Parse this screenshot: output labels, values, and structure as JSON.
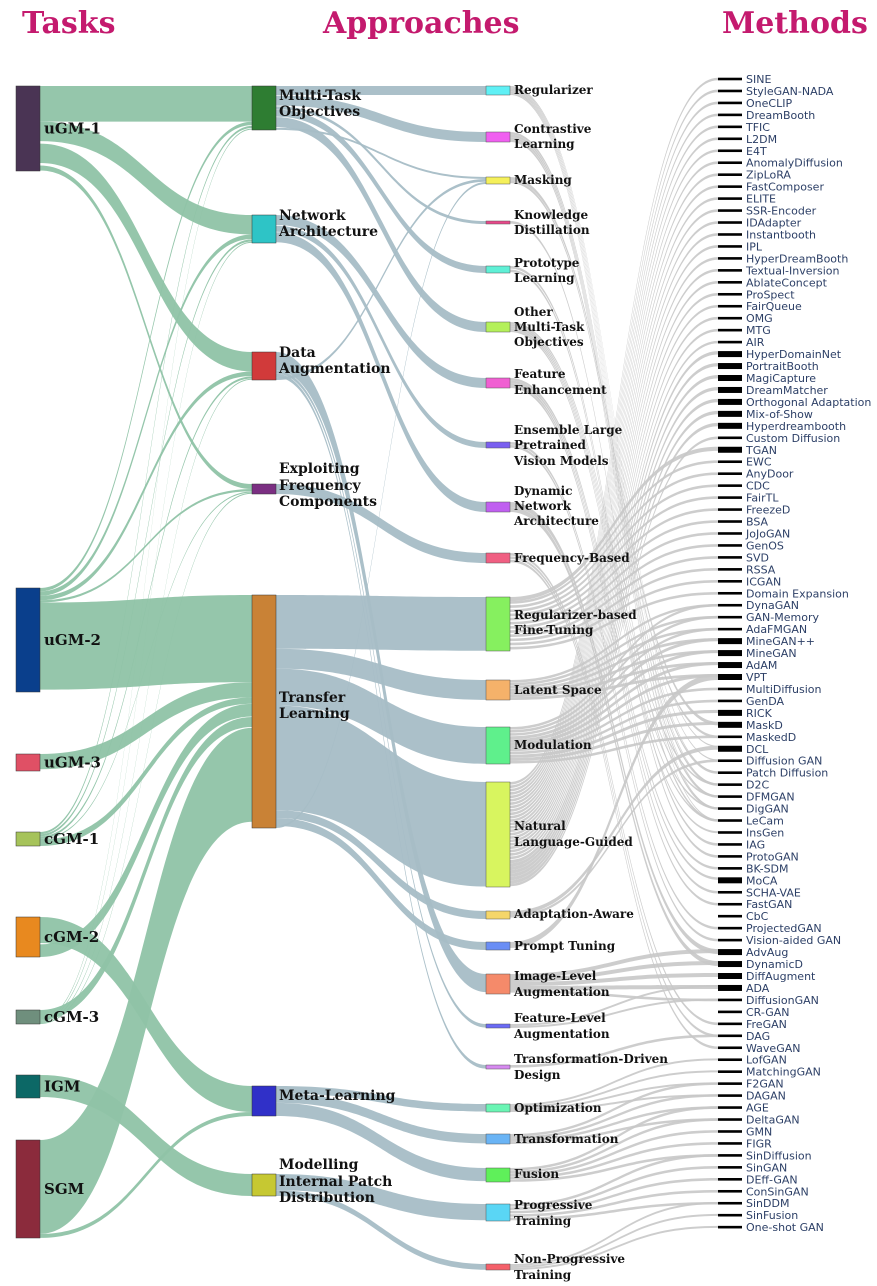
{
  "headers": {
    "tasks": "Tasks",
    "approaches": "Approaches",
    "methods": "Methods"
  },
  "colors": {
    "header": "#c41a6e",
    "link_task": "#8fc3a6",
    "link_approach": "#a7bdc6",
    "link_method": "#c8c8c8",
    "method_bar": "#000000"
  },
  "tasks": [
    {
      "id": "ugm1",
      "label": "uGM-1",
      "color": "#4a3454"
    },
    {
      "id": "ugm2",
      "label": "uGM-2",
      "color": "#0a3f8c"
    },
    {
      "id": "ugm3",
      "label": "uGM-3",
      "color": "#e05065"
    },
    {
      "id": "cgm1",
      "label": "cGM-1",
      "color": "#a6c35a"
    },
    {
      "id": "cgm2",
      "label": "cGM-2",
      "color": "#e8891f"
    },
    {
      "id": "cgm3",
      "label": "cGM-3",
      "color": "#6f8f7d"
    },
    {
      "id": "igm",
      "label": "IGM",
      "color": "#0c6866"
    },
    {
      "id": "sgm",
      "label": "SGM",
      "color": "#8b2b3c"
    }
  ],
  "categories": [
    {
      "id": "mto",
      "label": "Multi-Task Objectives",
      "color": "#2e7d32"
    },
    {
      "id": "na",
      "label": "Network Architecture",
      "color": "#2ec4c6"
    },
    {
      "id": "da",
      "label": "Data Augmentation",
      "color": "#d13a3a"
    },
    {
      "id": "efc",
      "label": "Exploiting Frequency Components",
      "color": "#7b2f82"
    },
    {
      "id": "tl",
      "label": "Transfer Learning",
      "color": "#c98236"
    },
    {
      "id": "ml",
      "label": "Meta-Learning",
      "color": "#3030c8"
    },
    {
      "id": "mipd",
      "label": "Modelling Internal Patch Distribution",
      "color": "#c6c832"
    }
  ],
  "approaches": [
    {
      "id": "reg",
      "label": "Regularizer",
      "color": "#5ff0f5"
    },
    {
      "id": "cl",
      "label": "Contrastive Learning",
      "color": "#f05ff0"
    },
    {
      "id": "mask",
      "label": "Masking",
      "color": "#f5f05a"
    },
    {
      "id": "kd",
      "label": "Knowledge Distillation",
      "color": "#e8488a"
    },
    {
      "id": "pl",
      "label": "Prototype Learning",
      "color": "#5ff0d6"
    },
    {
      "id": "omto",
      "label": "Other Multi-Task Objectives",
      "color": "#b4f05a"
    },
    {
      "id": "fe",
      "label": "Feature Enhancement",
      "color": "#f05fd2"
    },
    {
      "id": "elpvm",
      "label": "Ensemble Large Pretrained Vision Models",
      "color": "#7a5ff0"
    },
    {
      "id": "dna",
      "label": "Dynamic Network Architecture",
      "color": "#c05ff0"
    },
    {
      "id": "fb",
      "label": "Frequency-Based",
      "color": "#f05f82"
    },
    {
      "id": "rbft",
      "label": "Regularizer-based Fine-Tuning",
      "color": "#86f05f"
    },
    {
      "id": "ls",
      "label": "Latent Space",
      "color": "#f5b26a"
    },
    {
      "id": "mod",
      "label": "Modulation",
      "color": "#5ff08c"
    },
    {
      "id": "nlg",
      "label": "Natural Language-Guided",
      "color": "#d8f55f"
    },
    {
      "id": "aa",
      "label": "Adaptation-Aware",
      "color": "#f5d66a"
    },
    {
      "id": "pt",
      "label": "Prompt Tuning",
      "color": "#6a8ef5"
    },
    {
      "id": "ila",
      "label": "Image-Level Augmentation",
      "color": "#f58a6a"
    },
    {
      "id": "fla",
      "label": "Feature-Level Augmentation",
      "color": "#6a6af5"
    },
    {
      "id": "tdd",
      "label": "Transformation-Driven Design",
      "color": "#d68af0"
    },
    {
      "id": "opt",
      "label": "Optimization",
      "color": "#6af5b4"
    },
    {
      "id": "tr",
      "label": "Transformation",
      "color": "#6ab4f5"
    },
    {
      "id": "fus",
      "label": "Fusion",
      "color": "#5ff05a"
    },
    {
      "id": "prog",
      "label": "Progressive Training",
      "color": "#5ad6f5"
    },
    {
      "id": "nprog",
      "label": "Non-Progressive Training",
      "color": "#f5606a"
    }
  ],
  "methods": [
    "SINE",
    "StyleGAN-NADA",
    "OneCLIP",
    "DreamBooth",
    "TFIC",
    "L2DM",
    "E4T",
    "AnomalyDiffusion",
    "ZipLoRA",
    "FastComposer",
    "ELITE",
    "SSR-Encoder",
    "IDAdapter",
    "Instantbooth",
    "IPL",
    "HyperDreamBooth",
    "Textual-Inversion",
    "AblateConcept",
    "ProSpect",
    "FairQueue",
    "OMG",
    "MTG",
    "AIR",
    "HyperDomainNet",
    "PortraitBooth",
    "MagiCapture",
    "DreamMatcher",
    "Orthogonal Adaptation",
    "Mix-of-Show",
    "Hyperdreambooth",
    "Custom Diffusion",
    "TGAN",
    "EWC",
    "AnyDoor",
    "CDC",
    "FairTL",
    "FreezeD",
    "BSA",
    "JoJoGAN",
    "GenOS",
    "SVD",
    "RSSA",
    "ICGAN",
    "Domain Expansion",
    "DynaGAN",
    "GAN-Memory",
    "AdaFMGAN",
    "MineGAN++",
    "MineGAN",
    "AdAM",
    "VPT",
    "MultiDiffusion",
    "GenDA",
    "RICK",
    "MaskD",
    "MaskedD",
    "DCL",
    "Diffusion GAN",
    "Patch Diffusion",
    "D2C",
    "DFMGAN",
    "DigGAN",
    "LeCam",
    "InsGen",
    "IAG",
    "ProtoGAN",
    "BK-SDM",
    "MoCA",
    "SCHA-VAE",
    "FastGAN",
    "CbC",
    "ProjectedGAN",
    "Vision-aided GAN",
    "AdvAug",
    "DynamicD",
    "DiffAugment",
    "ADA",
    "DiffusionGAN",
    "CR-GAN",
    "FreGAN",
    "DAG",
    "WaveGAN",
    "LofGAN",
    "MatchingGAN",
    "F2GAN",
    "DAGAN",
    "AGE",
    "DeltaGAN",
    "GMN",
    "FIGR",
    "SinDiffusion",
    "SinGAN",
    "DEff-GAN",
    "ConSinGAN",
    "SinDDM",
    "SinFusion",
    "One-shot GAN"
  ]
}
